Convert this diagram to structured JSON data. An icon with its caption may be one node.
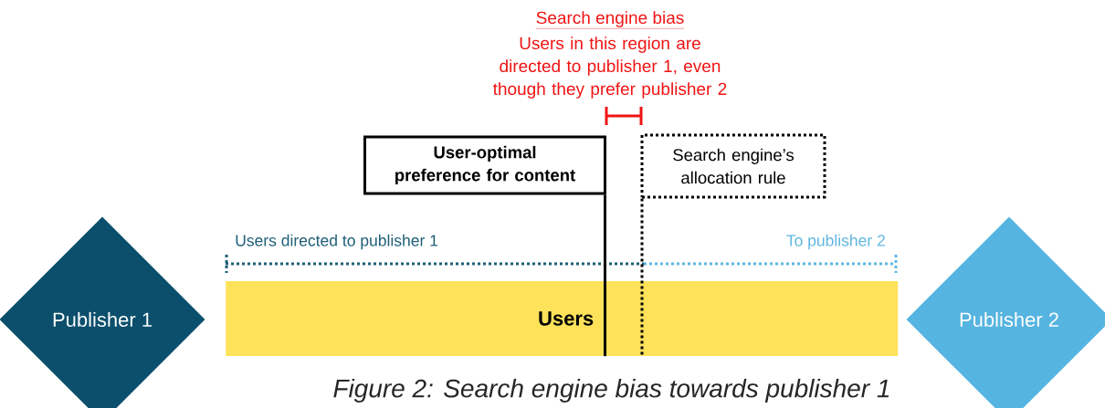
{
  "diagram": {
    "caption": "Figure 2: Search engine bias towards publisher 1",
    "nodes": [
      {
        "text": [
          "Publisher 1"
        ]
      },
      {
        "text": [
          "Users"
        ]
      },
      {
        "text": [
          "Publisher 2"
        ]
      },
      {
        "text": [
          "**User-optimal** **preference for content**"
        ]
      },
      {
        "text": [
          "Search engine’s allocation rule"
        ]
      }
    ],
    "edges": [
      {
        "from": 3,
        "to": 1,
        "arrow": "none"
      },
      {
        "from": 4,
        "to": 1,
        "arrow": "none",
        "style": "dashed"
      }
    ],
    "labels": [
      "Search engine bias",
      "Users in this region are directed to publisher 1, even though they prefer publisher 2",
      "Users directed to publisher 1",
      "To publisher 2"
    ]
  }
}
